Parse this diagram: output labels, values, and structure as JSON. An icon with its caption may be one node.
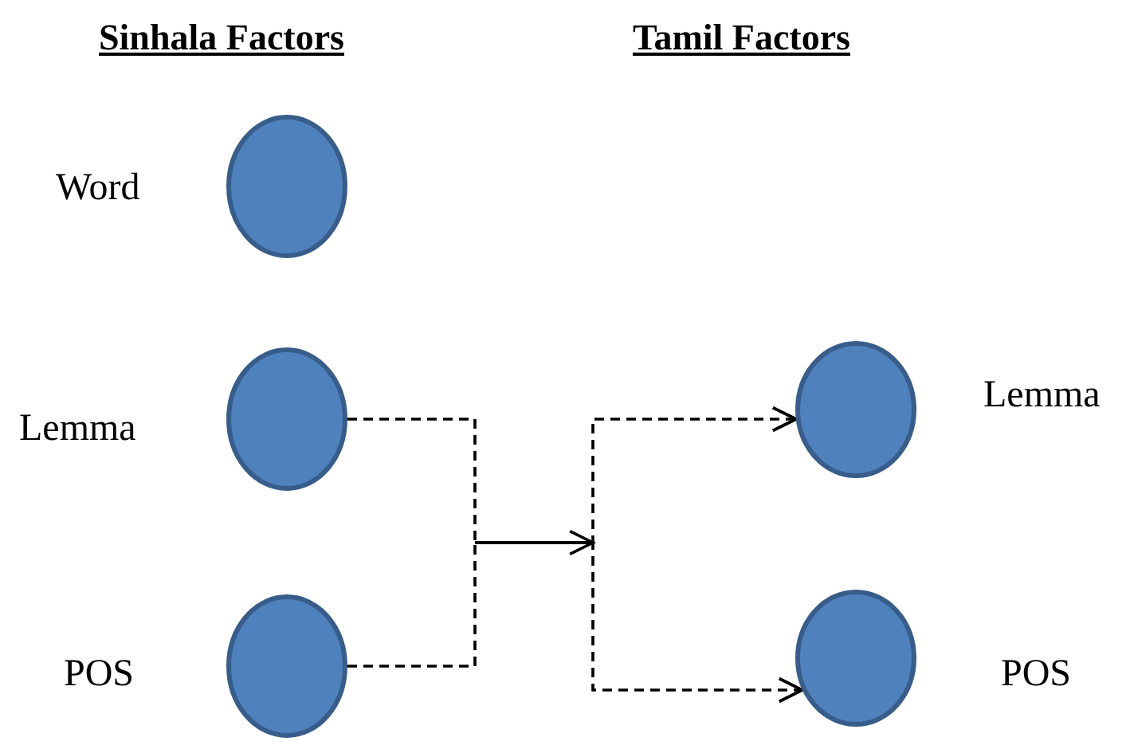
{
  "diagram": {
    "nodes": [
      {
        "text": [],
        "shape": "circle",
        "beside": [
          "Word"
        ]
      },
      {
        "text": [],
        "shape": "circle",
        "beside": [
          "Lemma"
        ]
      },
      {
        "text": [],
        "shape": "circle",
        "beside": [
          "POS"
        ]
      },
      {
        "text": [],
        "shape": "circle",
        "beside": [
          "Lemma"
        ]
      },
      {
        "text": [],
        "shape": "circle",
        "beside": [
          "POS"
        ]
      }
    ],
    "edges": [
      {
        "from": 1,
        "to": 3,
        "arrow": "to",
        "style": "dashed"
      },
      {
        "from": 1,
        "to": 4,
        "arrow": "to",
        "style": "dashed"
      },
      {
        "from": 2,
        "to": 3,
        "arrow": "to",
        "style": "dashed"
      },
      {
        "from": 2,
        "to": 4,
        "arrow": "to",
        "style": "dashed"
      }
    ],
    "labels": [
      "Sinhala Factors",
      "Tamil Factors"
    ]
  }
}
